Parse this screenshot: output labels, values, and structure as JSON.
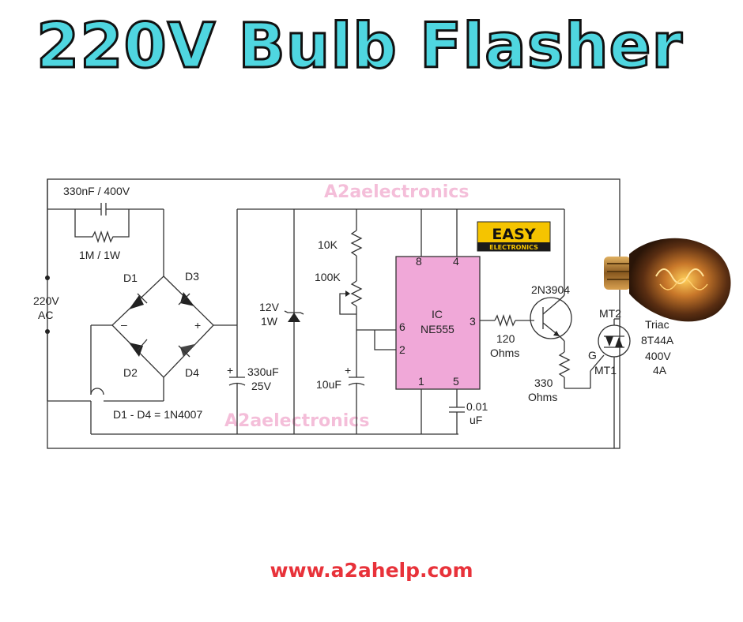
{
  "title": "220V Bulb Flasher",
  "url": "www.a2ahelp.com",
  "watermark": "A2aelectronics",
  "logo": {
    "top": "EASY",
    "bottom": "ELECTRONICS"
  },
  "labels": {
    "cap_top": "330nF / 400V",
    "res_top": "1M  / 1W",
    "ac_v": "220V",
    "ac": "AC",
    "d1": "D1",
    "d2": "D2",
    "d3": "D3",
    "d4": "D4",
    "minus": "–",
    "plus": "+",
    "diodes": "D1 - D4 = 1N4007",
    "zener_v": "12V",
    "zener_w": "1W",
    "cap_big_plus": "+",
    "cap_big": "330uF",
    "cap_big_v": "25V",
    "r10k": "10K",
    "r100k": "100K",
    "c10u": "10uF",
    "c10u_plus": "+",
    "pin8": "8",
    "pin4": "4",
    "pin6": "6",
    "pin2": "2",
    "pin3": "3",
    "pin1": "1",
    "pin5": "5",
    "ic": "IC",
    "ic_name": "NE555",
    "c001": "0.01",
    "c001_u": "uF",
    "r120": "120",
    "r120_u": "Ohms",
    "q": "2N3904",
    "r330": "330",
    "r330_u": "Ohms",
    "mt2": "MT2",
    "mt1": "MT1",
    "g": "G",
    "triac": "Triac",
    "triac_name": "8T44A",
    "triac_v": "400V",
    "triac_a": "4A"
  },
  "colors": {
    "title": "#4fd6e0",
    "ic_fill": "#f0a8d8",
    "url": "#e8323a",
    "watermark": "#f3b3d3",
    "logo_bg": "#f5c400"
  }
}
